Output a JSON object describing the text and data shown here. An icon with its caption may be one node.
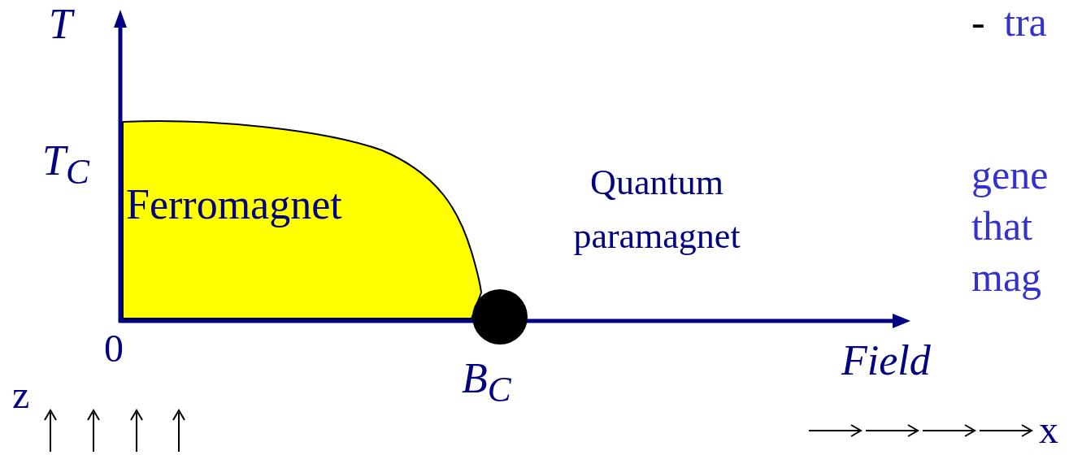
{
  "diagram": {
    "nodes": [
      {
        "text": [
          "Ferromagnet"
        ]
      }
    ],
    "labels": [
      "-",
      "tra",
      "T",
      "T$_{C}$",
      "Quantum paramagnet",
      "gene",
      "that",
      "mag",
      "0",
      "B$_{C}$",
      "Field",
      "z",
      "x"
    ]
  }
}
